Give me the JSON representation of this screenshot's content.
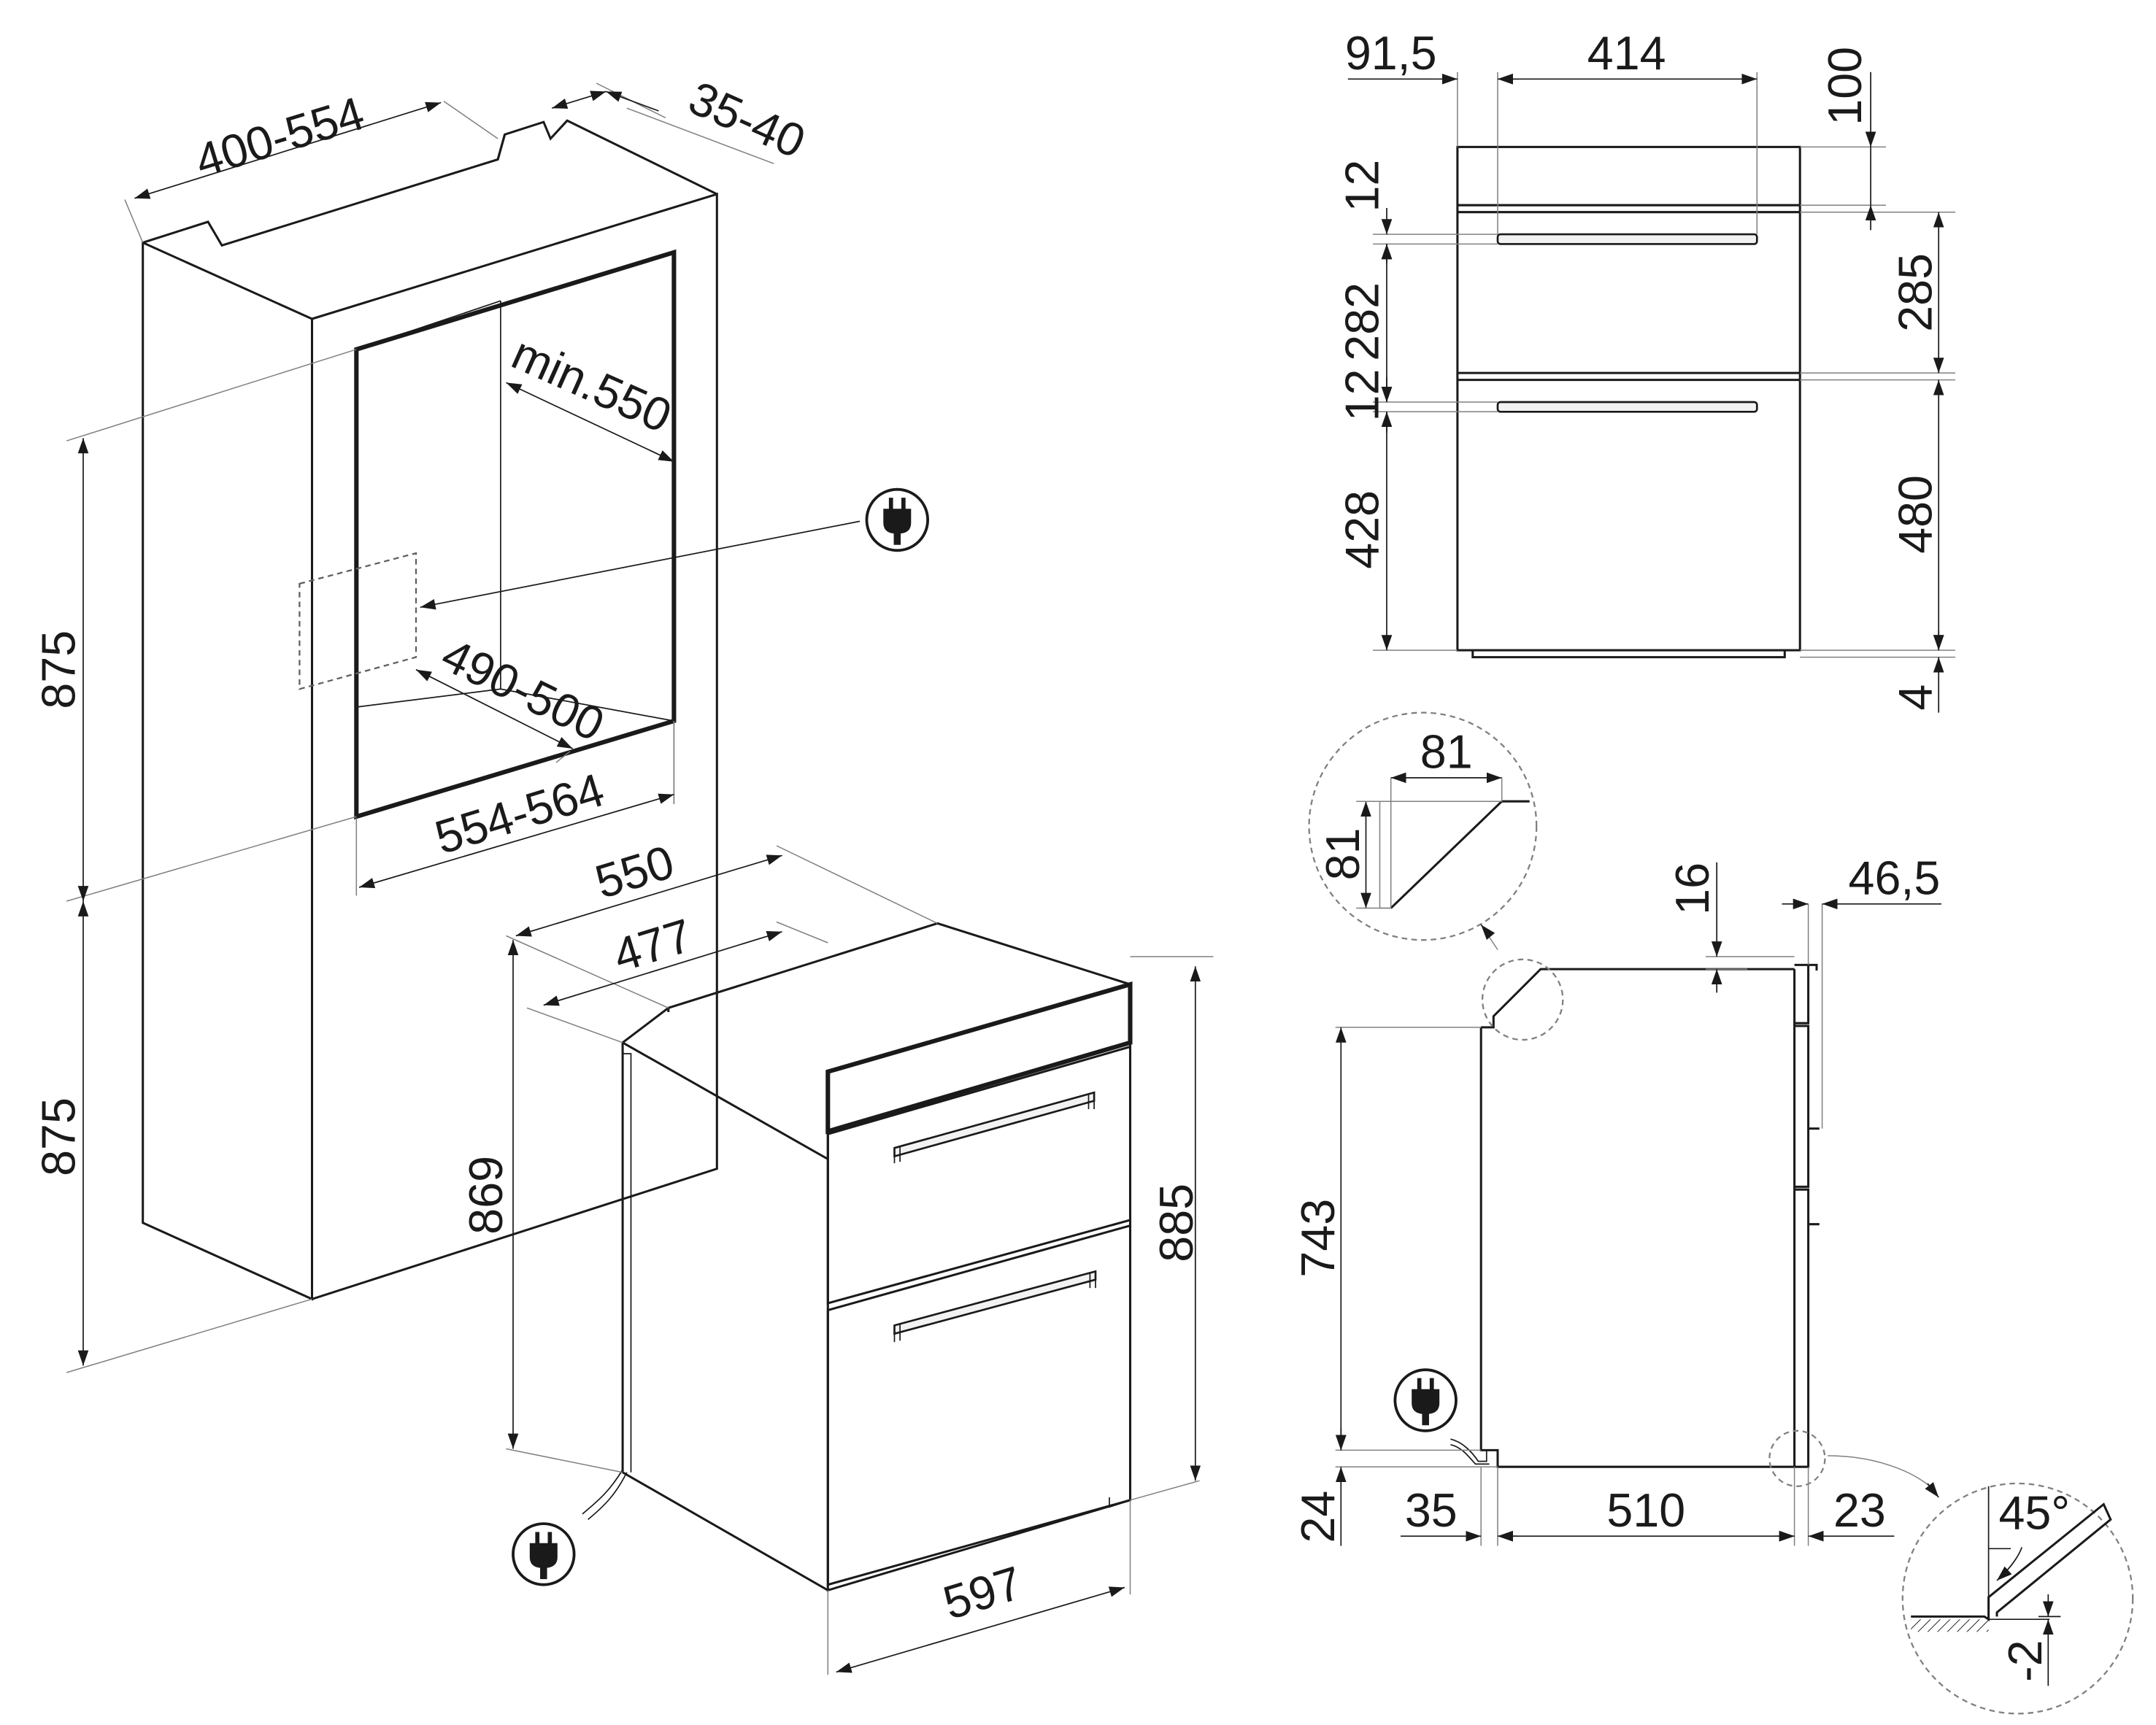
{
  "colors": {
    "line": "#1a1a1a",
    "leader": "#808080",
    "background": "#ffffff"
  },
  "icons": {
    "plug": "power-plug-icon"
  },
  "cabinet": {
    "width_top": "400-554",
    "rear_gap": "35-40",
    "depth_min": "min.550",
    "opening_depth": "490-500",
    "opening_width": "554-564",
    "upper_height": "875",
    "lower_height": "875"
  },
  "oven": {
    "depth_total": "550",
    "depth_body": "477",
    "body_height": "869",
    "front_height": "885",
    "front_width": "597"
  },
  "front_view": {
    "left_offset": "91,5",
    "handle_width": "414",
    "top_band": "100",
    "top_gap": "12",
    "upper_door": "282",
    "middle_gap": "12",
    "lower_door": "428",
    "upper_cavity": "285",
    "lower_cavity": "480",
    "foot": "4"
  },
  "side_view": {
    "chamfer_w": "81",
    "chamfer_h": "81",
    "top_step": "16",
    "front_thickness": "46,5",
    "body_height": "743",
    "plinth": "24",
    "rear_offset": "35",
    "body_depth": "510",
    "front_offset": "23",
    "angle": "45°",
    "tilt": "-2"
  }
}
